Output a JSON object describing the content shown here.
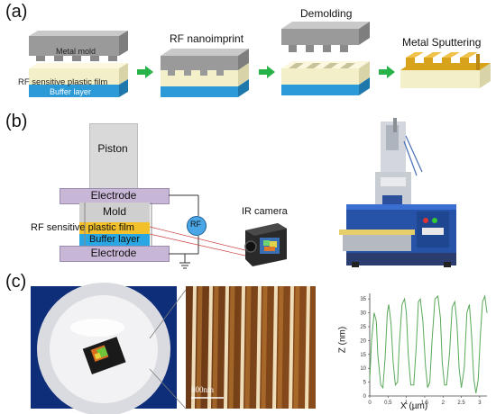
{
  "panels": {
    "a": {
      "label": "(a)",
      "steps": [
        "RF nanoimprint",
        "Demolding",
        "Metal Sputtering"
      ],
      "layers": {
        "mold": "Metal mold",
        "film": "RF sensitive plastic film",
        "buffer": "Buffer layer"
      },
      "colors": {
        "mold": "#9a9a9a",
        "film": "#f3efc8",
        "buffer": "#2b9ad6",
        "metal": "#d8a21a",
        "arrow": "#27b24a"
      }
    },
    "b": {
      "label": "(b)",
      "piston": "Piston",
      "electrode_top": "Electrode",
      "mold": "Mold",
      "film": "RF sensitive plastic film",
      "buffer": "Buffer layer",
      "electrode_bottom": "Electrode",
      "rf": "RF",
      "ir_camera": "IR camera"
    },
    "c": {
      "label": "(c)",
      "scale_bar": "800nm",
      "chart_data": {
        "type": "line",
        "xlabel": "X (µm)",
        "ylabel": "Z (nm)",
        "xlim": [
          0,
          3.2
        ],
        "ylim": [
          0,
          37
        ],
        "x_ticks": [
          "0",
          "0.5",
          "1",
          "1.5",
          "2",
          "2.5",
          "3"
        ],
        "y_ticks": [
          "0",
          "5",
          "10",
          "15",
          "20",
          "25",
          "30",
          "35"
        ],
        "series": [
          {
            "x": [
              0,
              0.05,
              0.12,
              0.18,
              0.22,
              0.3,
              0.36,
              0.42,
              0.48,
              0.52,
              0.58,
              0.64,
              0.7,
              0.76,
              0.8,
              0.88,
              0.95,
              1.0,
              1.05,
              1.12,
              1.2,
              1.27,
              1.33,
              1.38,
              1.45,
              1.52,
              1.58,
              1.64,
              1.7,
              1.78,
              1.86,
              1.93,
              1.98,
              2.04,
              2.1,
              2.18,
              2.25,
              2.32,
              2.38,
              2.44,
              2.5,
              2.58,
              2.65,
              2.72,
              2.78,
              2.84,
              2.9,
              2.96,
              3.02,
              3.08,
              3.14,
              3.2
            ],
            "y": [
              6,
              20,
              30,
              27,
              15,
              4,
              3,
              14,
              30,
              33,
              26,
              12,
              4,
              5,
              17,
              33,
              35,
              30,
              15,
              4,
              4,
              18,
              34,
              35,
              27,
              11,
              3,
              5,
              20,
              35,
              36,
              28,
              12,
              4,
              4,
              16,
              32,
              34,
              26,
              10,
              3,
              10,
              30,
              33,
              22,
              6,
              1,
              6,
              22,
              34,
              36,
              30
            ]
          }
        ]
      }
    }
  }
}
